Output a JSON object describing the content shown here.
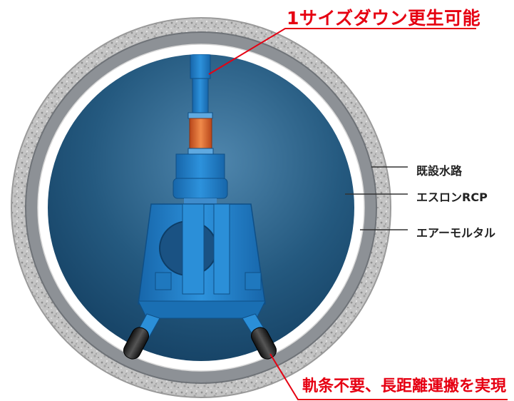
{
  "callouts": {
    "top": "1サイズダウン更生可能",
    "bottom": "軌条不要、長距離運搬を実現"
  },
  "labels": {
    "existing_channel": "既設水路",
    "rcp": "エスロンRCP",
    "air_mortar": "エアーモルタル"
  },
  "colors": {
    "callout_red": "#e60012",
    "concrete": "#c9c9c9",
    "mortar": "#8d9196",
    "rcp_pipe": "#ffffff",
    "interior": "#1d4e74",
    "machine": "#1e7ec8",
    "cylinder": "#e0682a"
  }
}
